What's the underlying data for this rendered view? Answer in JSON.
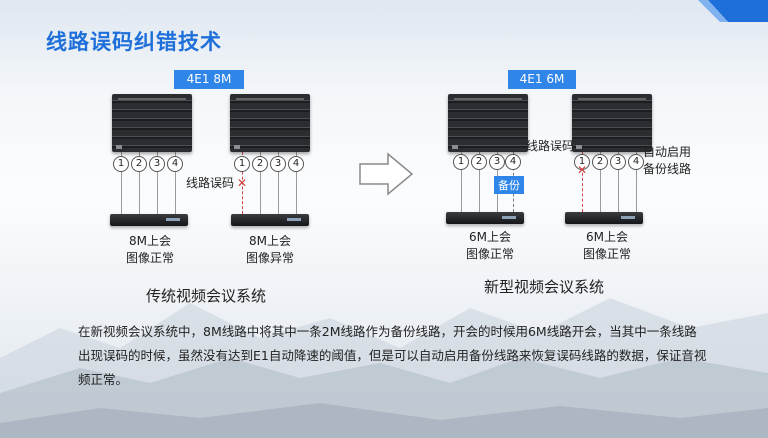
{
  "slide": {
    "title": "线路误码纠错技术",
    "accent_color": "#1e6fd9",
    "tag_color": "#2f86e8"
  },
  "left_panel": {
    "tag": "4E1 8M",
    "caption": "传统视频会议系统",
    "line_numbers": [
      "1",
      "2",
      "3",
      "4"
    ],
    "error_label": "线路误码",
    "status_normal": {
      "line1": "8M上会",
      "line2": "图像正常"
    },
    "status_abnormal": {
      "line1": "8M上会",
      "line2": "图像异常"
    }
  },
  "right_panel": {
    "tag": "4E1 6M",
    "caption": "新型视频会议系统",
    "line_numbers": [
      "1",
      "2",
      "3",
      "4"
    ],
    "backup_tag": "备份",
    "error_label": "线路误码",
    "auto_label": {
      "line1": "自动启用",
      "line2": "备份线路"
    },
    "status_a": {
      "line1": "6M上会",
      "line2": "图像正常"
    },
    "status_b": {
      "line1": "6M上会",
      "line2": "图像正常"
    }
  },
  "description": "在新视频会议系统中，8M线路中将其中一条2M线路作为备份线路，开会的时候用6M线路开会，当其中一条线路出现误码的时候，虽然没有达到E1自动降速的阈值，但是可以自动启用备份线路来恢复误码线路的数据，保证音视频正常。",
  "icons": {
    "arrow": "right-arrow-icon",
    "error": "x-mark-icon"
  }
}
